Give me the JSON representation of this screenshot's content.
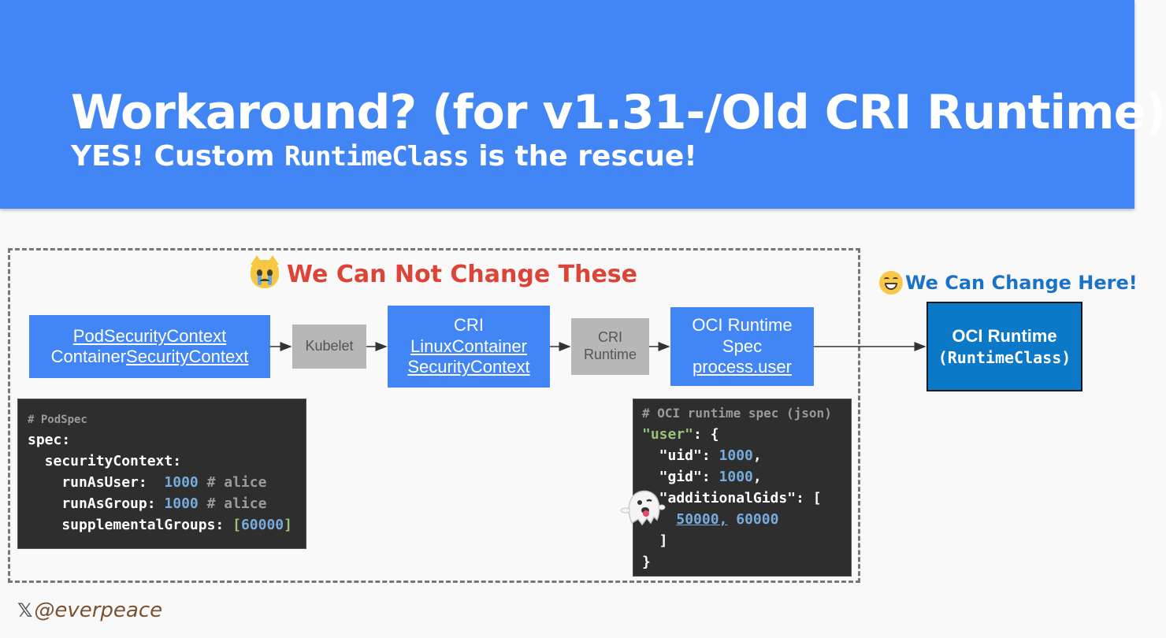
{
  "header": {
    "title": "Workaround? (for v1.31-/Old CRI Runtime)",
    "subtitle_pre": "YES! Custom ",
    "subtitle_code": "RuntimeClass",
    "subtitle_post": " is the rescue!"
  },
  "headings": {
    "cannot_change": "We Can Not Change These",
    "can_change": "We Can Change Here!"
  },
  "flow": {
    "pod_security_context": "PodSecurityContext",
    "container_prefix": "Container",
    "container_security_context": "SecurityContext",
    "kubelet": "Kubelet",
    "cri_label": "CRI",
    "linux_container": "LinuxContainer",
    "cri_security_context": "SecurityContext",
    "cri_runtime_line1": "CRI",
    "cri_runtime_line2": "Runtime",
    "oci_spec_line1": "OCI Runtime",
    "oci_spec_line2": "Spec",
    "process_user": "process.user",
    "oci_runtime": "OCI Runtime",
    "runtime_class": "(RuntimeClass)"
  },
  "podspec_code": {
    "comment": "# PodSpec",
    "spec": "spec:",
    "security_context": "  securityContext:",
    "run_as_user_key": "    runAsUser:  ",
    "run_as_user_val": "1000",
    "run_as_user_comment": " # alice",
    "run_as_group_key": "    runAsGroup: ",
    "run_as_group_val": "1000",
    "run_as_group_comment": " # alice",
    "supp_key": "    supplementalGroups: ",
    "supp_open": "[",
    "supp_val": "60000",
    "supp_close": "]"
  },
  "oci_code": {
    "comment": "# OCI runtime spec (json)",
    "user_key": "\"user\"",
    "user_rest": ": {",
    "uid_key": "  \"uid\": ",
    "uid_val": "1000",
    "uid_end": ",",
    "gid_key": "  \"gid\": ",
    "gid_val": "1000",
    "gid_end": ",",
    "gids_key": "  \"additionalGids\": [",
    "gids_indent": "    ",
    "gids_val1": "50000,",
    "gids_val2": " 60000",
    "close_bracket": "  ]",
    "close_brace": "}"
  },
  "footer": {
    "x_logo": "𝕏",
    "handle": "@everpeace"
  },
  "colors": {
    "header_bg": "#4285f4",
    "box_blue": "#4285f4",
    "box_gray": "#b7b7b7",
    "runtime_class_bg": "#0b78c8",
    "heading_red": "#db4437",
    "heading_blue": "#1a73c8"
  },
  "icons": [
    "crying-cat-emoji",
    "grinning-face-emoji",
    "ghost-emoji",
    "x-logo-icon"
  ]
}
